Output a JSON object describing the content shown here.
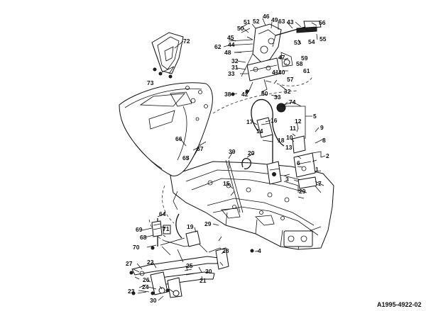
{
  "drawing_code": "A1995-4922-02",
  "callouts": [
    "1",
    "2",
    "3",
    "4",
    "5",
    "6",
    "7",
    "8",
    "9",
    "10",
    "11",
    "12",
    "13",
    "14",
    "15",
    "16",
    "17",
    "18",
    "19",
    "20",
    "21",
    "22",
    "23",
    "24",
    "25",
    "26",
    "27",
    "28",
    "29",
    "30",
    "31",
    "32",
    "33",
    "38",
    "39",
    "40",
    "41",
    "42",
    "43",
    "44",
    "45",
    "46",
    "47",
    "48",
    "49",
    "50",
    "51",
    "52",
    "53",
    "54",
    "55",
    "56",
    "57",
    "58",
    "59",
    "60",
    "61",
    "62",
    "63",
    "64",
    "65",
    "66",
    "67",
    "68",
    "69",
    "70",
    "71",
    "72",
    "73",
    "74"
  ]
}
